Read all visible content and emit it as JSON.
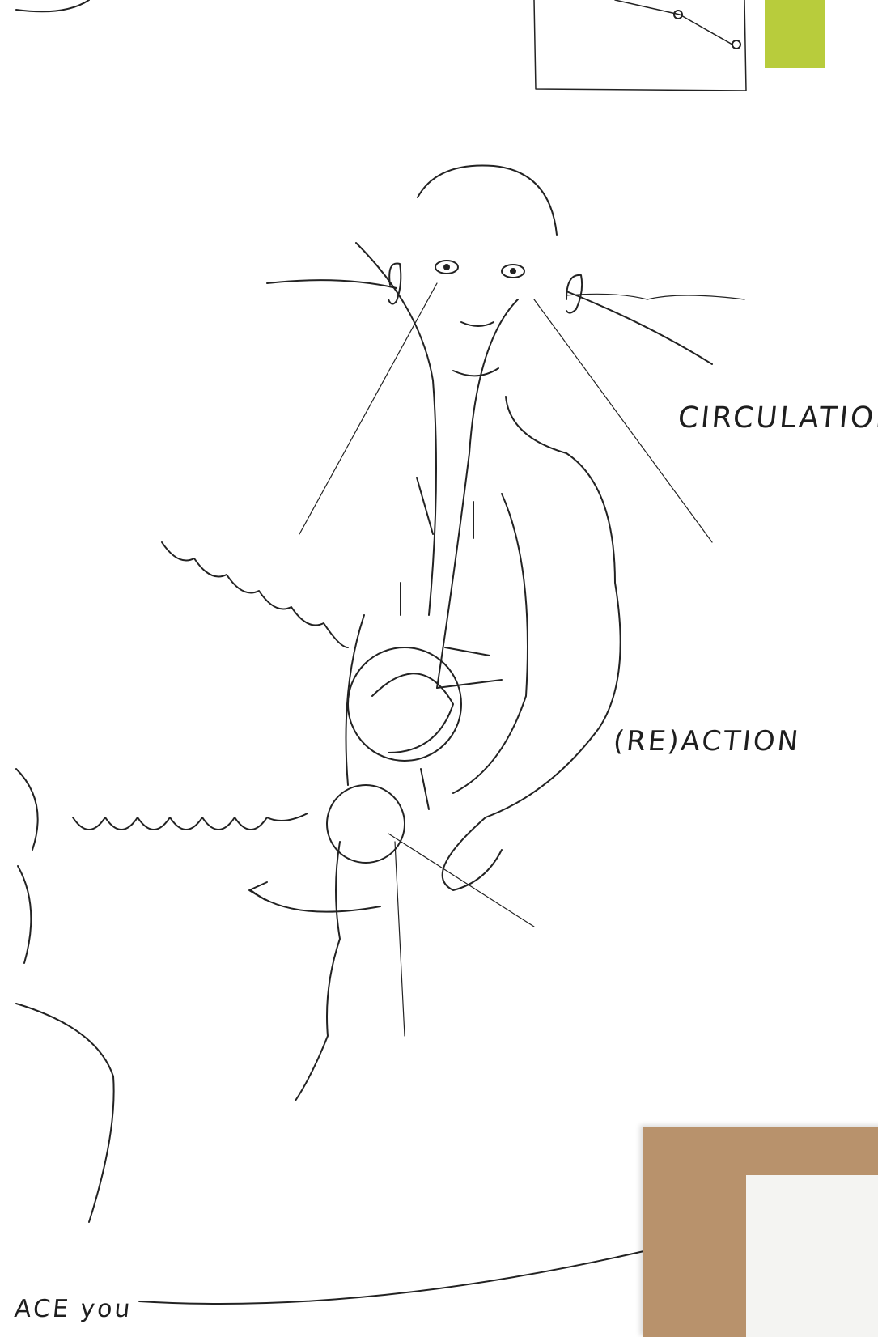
{
  "labels": {
    "circulation": "CIRCULATION",
    "reaction": "(RE)ACTION",
    "fragment": "ACE you"
  },
  "colors": {
    "accent": "#b8cc3c",
    "ink": "#1e1e1e",
    "cardboard": "#b8926c",
    "paper": "#ffffff"
  }
}
